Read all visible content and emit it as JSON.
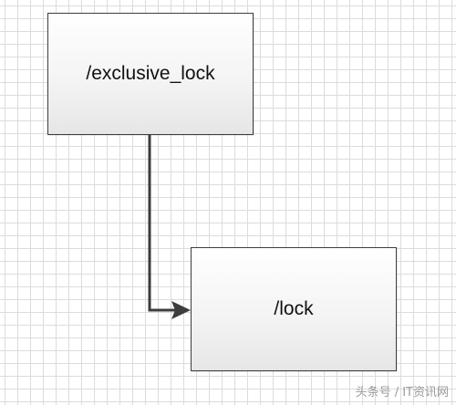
{
  "nodes": [
    {
      "id": "exclusive_lock",
      "label": "/exclusive_lock"
    },
    {
      "id": "lock",
      "label": "/lock"
    }
  ],
  "edges": [
    {
      "from": "exclusive_lock",
      "to": "lock",
      "style": "orthogonal-arrow"
    }
  ],
  "watermark": "头条号 / IT资讯网",
  "colors": {
    "grid": "#dcdcdc",
    "border": "#3d3d3d",
    "connector": "#3d3d3d"
  }
}
